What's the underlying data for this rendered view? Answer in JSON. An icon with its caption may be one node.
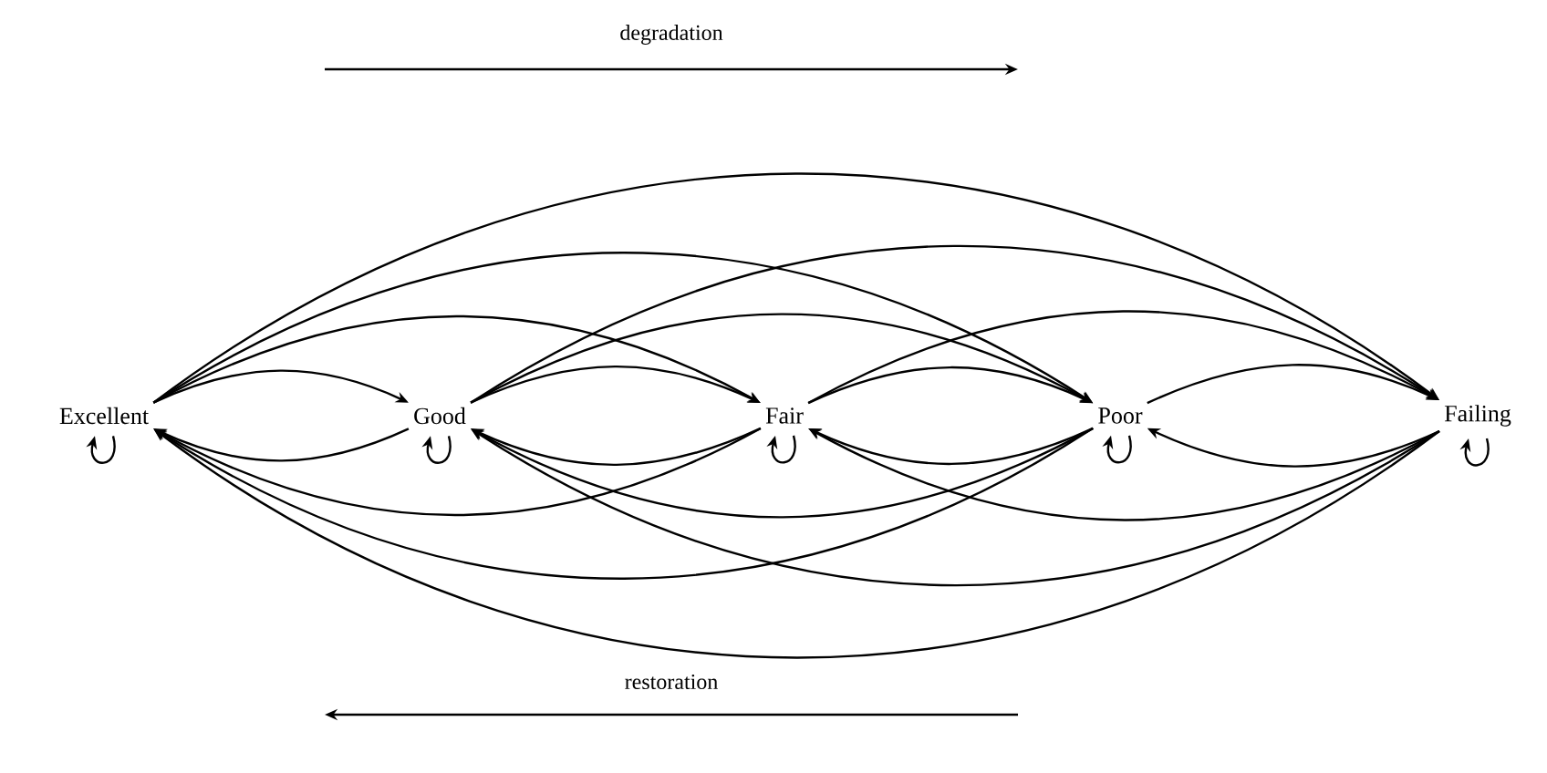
{
  "diagram": {
    "nodes": [
      {
        "text": [
          "Excellent"
        ]
      },
      {
        "text": [
          "Good"
        ]
      },
      {
        "text": [
          "Fair"
        ]
      },
      {
        "text": [
          "Poor"
        ]
      },
      {
        "text": [
          "Failing"
        ]
      }
    ],
    "edges": [
      {
        "from": 0,
        "to": 1,
        "arrow": "to"
      },
      {
        "from": 0,
        "to": 2,
        "arrow": "to"
      },
      {
        "from": 0,
        "to": 3,
        "arrow": "to"
      },
      {
        "from": 0,
        "to": 4,
        "arrow": "to"
      },
      {
        "from": 1,
        "to": 2,
        "arrow": "to"
      },
      {
        "from": 1,
        "to": 3,
        "arrow": "to"
      },
      {
        "from": 1,
        "to": 4,
        "arrow": "to"
      },
      {
        "from": 2,
        "to": 3,
        "arrow": "to"
      },
      {
        "from": 2,
        "to": 4,
        "arrow": "to"
      },
      {
        "from": 3,
        "to": 4,
        "arrow": "to"
      },
      {
        "from": 1,
        "to": 0,
        "arrow": "to"
      },
      {
        "from": 2,
        "to": 0,
        "arrow": "to"
      },
      {
        "from": 3,
        "to": 0,
        "arrow": "to"
      },
      {
        "from": 4,
        "to": 0,
        "arrow": "to"
      },
      {
        "from": 2,
        "to": 1,
        "arrow": "to"
      },
      {
        "from": 3,
        "to": 1,
        "arrow": "to"
      },
      {
        "from": 4,
        "to": 1,
        "arrow": "to"
      },
      {
        "from": 3,
        "to": 2,
        "arrow": "to"
      },
      {
        "from": 4,
        "to": 2,
        "arrow": "to"
      },
      {
        "from": 4,
        "to": 3,
        "arrow": "to"
      },
      {
        "from": 0,
        "to": 0,
        "arrow": "to"
      },
      {
        "from": 1,
        "to": 1,
        "arrow": "to"
      },
      {
        "from": 2,
        "to": 2,
        "arrow": "to"
      },
      {
        "from": 3,
        "to": 3,
        "arrow": "to"
      },
      {
        "from": 4,
        "to": 4,
        "arrow": "to"
      }
    ],
    "labels": [
      "degradation",
      "restoration"
    ]
  }
}
